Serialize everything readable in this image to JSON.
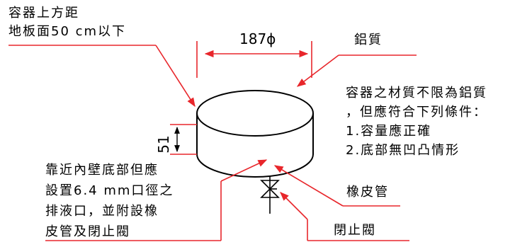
{
  "labels": {
    "top_left_line1": "容器上方距",
    "top_left_line2": "地板面50 cm以下",
    "diameter": "187ϕ",
    "material": "鋁質",
    "height": "51",
    "conditions_line1": "容器之材質不限為鋁質",
    "conditions_line2": "，但應符合下列條件：",
    "conditions_line3": "1.容量應正確",
    "conditions_line4": "2.底部無凹凸情形",
    "drain_line1": "靠近內壁底部但應",
    "drain_line2": "設置6.4 mm口徑之",
    "drain_line3": "排液口，並附設橡",
    "drain_line4": "皮管及閉止閥",
    "rubber_hose": "橡皮管",
    "stop_valve": "閉止閥"
  },
  "colors": {
    "leader": "#e8262b",
    "outline": "#000000"
  }
}
